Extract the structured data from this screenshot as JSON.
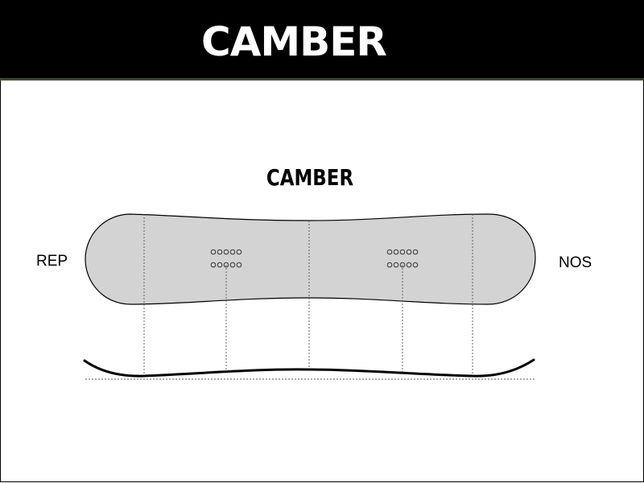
{
  "header": {
    "title": "CAMBER"
  },
  "diagram": {
    "title": "CAMBER",
    "left_label": "REP",
    "right_label": "NOS",
    "colors": {
      "board_fill": "#d3d3d3",
      "outline": "#000000",
      "guide": "#555555",
      "header_bg": "#000000",
      "header_text": "#ffffff"
    }
  }
}
